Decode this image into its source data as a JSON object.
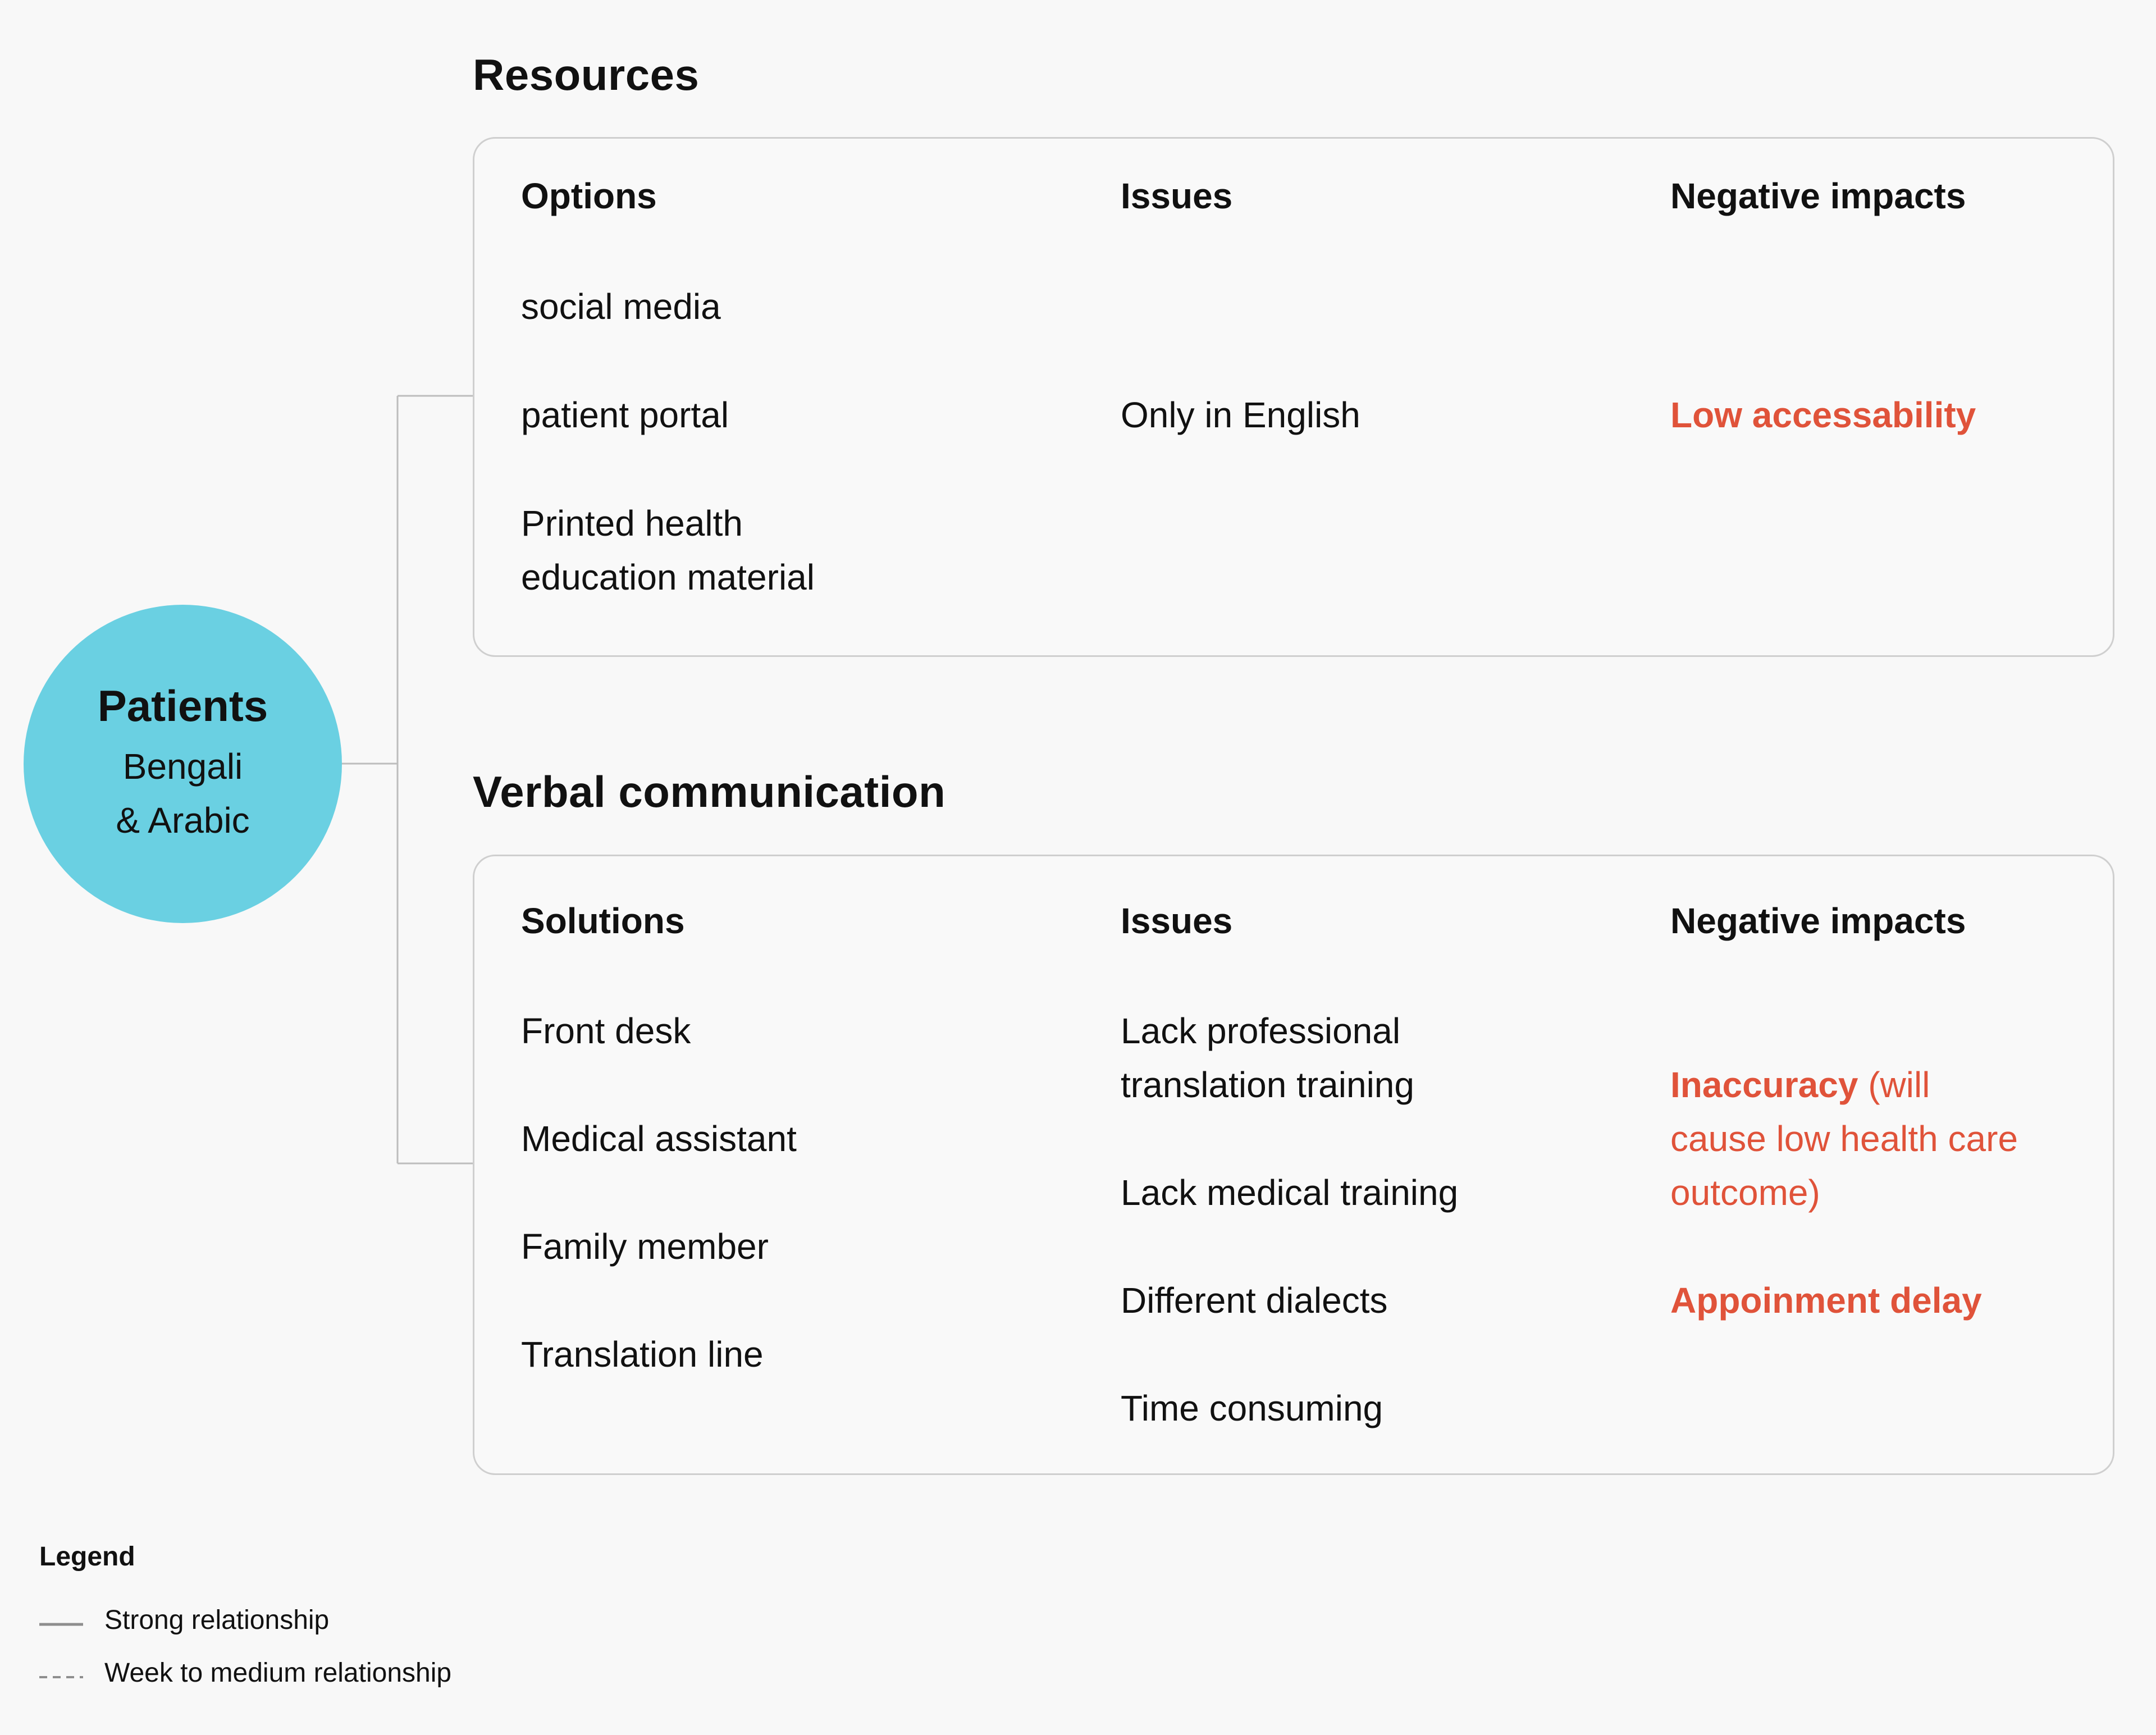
{
  "center": {
    "title": "Patients",
    "line1": "Bengali",
    "line2": "& Arabic"
  },
  "resources": {
    "title": "Resources",
    "headers": {
      "options": "Options",
      "issues": "Issues",
      "impacts": "Negative impacts"
    },
    "options": [
      "social media",
      "patient portal",
      "Printed health",
      "education material"
    ],
    "issue": "Only in English",
    "impact": "Low accessability"
  },
  "verbal": {
    "title": "Verbal communication",
    "headers": {
      "solutions": "Solutions",
      "issues": "Issues",
      "impacts": "Negative impacts"
    },
    "solutions": [
      "Front desk",
      "Medical assistant",
      "Family member",
      "Translation line"
    ],
    "issues": [
      "Lack professional",
      "translation training",
      "Lack medical training",
      "Different dialects",
      "Time consuming"
    ],
    "impact1": {
      "bold": "Inaccuracy",
      "rest1": " (will",
      "line2": "cause low health care",
      "line3": "outcome)"
    },
    "impact2": "Appoinment delay"
  },
  "legend": {
    "title": "Legend",
    "strong": "Strong relationship",
    "weak": "Week to medium relationship"
  },
  "colors": {
    "accent": "#e0533a",
    "circle": "#6ad0e2",
    "line": "#8e8e8e",
    "panel_border": "#cfcfcf"
  }
}
